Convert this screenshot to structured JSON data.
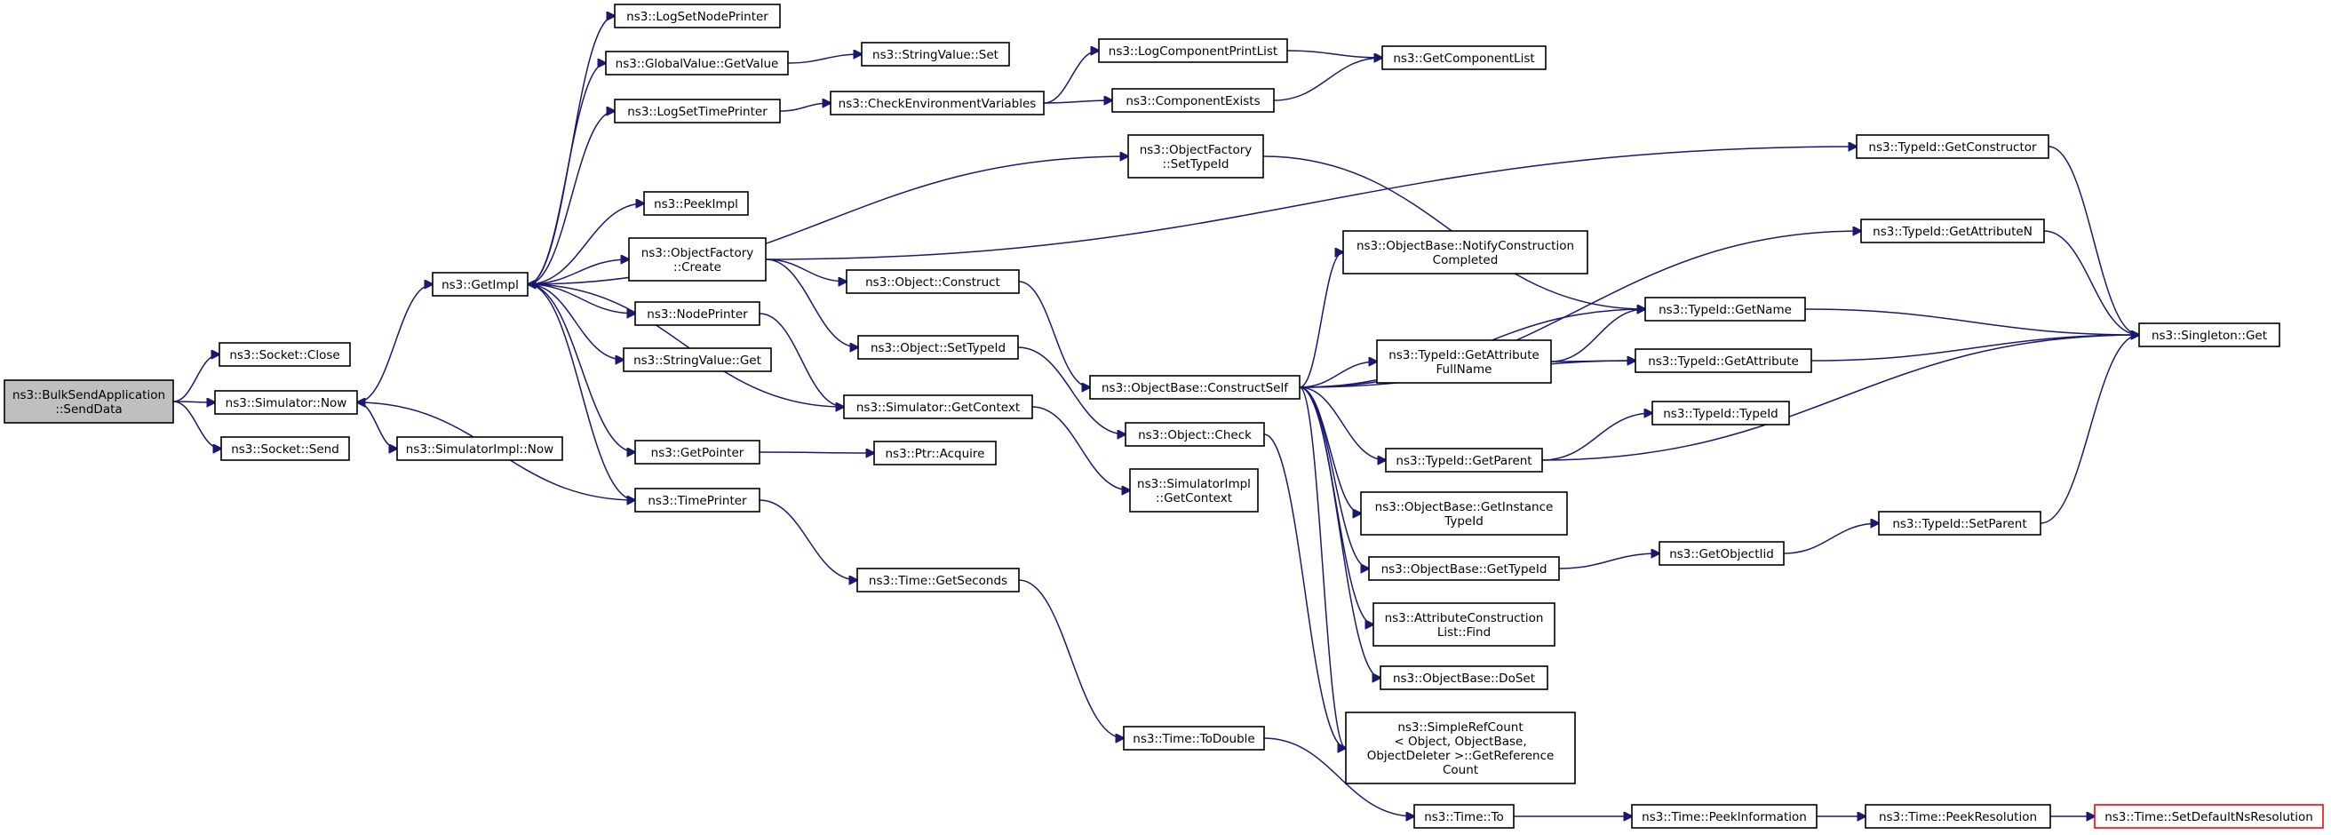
{
  "colors": {
    "edge": "#191970",
    "root_fill": "#bfbfbf",
    "truncated_border": "#ff0000"
  },
  "nodes": [
    {
      "id": "n0",
      "lines": [
        "ns3::BulkSendApplication",
        "::SendData"
      ]
    },
    {
      "id": "n1",
      "lines": [
        "ns3::Socket::Close"
      ]
    },
    {
      "id": "n2",
      "lines": [
        "ns3::Simulator::Now"
      ]
    },
    {
      "id": "n3",
      "lines": [
        "ns3::Socket::Send"
      ]
    },
    {
      "id": "n4",
      "lines": [
        "ns3::GetImpl"
      ]
    },
    {
      "id": "n5",
      "lines": [
        "ns3::SimulatorImpl::Now"
      ]
    },
    {
      "id": "n6",
      "lines": [
        "ns3::LogSetNodePrinter"
      ]
    },
    {
      "id": "n7",
      "lines": [
        "ns3::GlobalValue::GetValue"
      ]
    },
    {
      "id": "n8",
      "lines": [
        "ns3::LogSetTimePrinter"
      ]
    },
    {
      "id": "n9",
      "lines": [
        "ns3::PeekImpl"
      ]
    },
    {
      "id": "n10",
      "lines": [
        "ns3::ObjectFactory",
        "::Create"
      ]
    },
    {
      "id": "n11",
      "lines": [
        "ns3::NodePrinter"
      ]
    },
    {
      "id": "n12",
      "lines": [
        "ns3::StringValue::Get"
      ]
    },
    {
      "id": "n13",
      "lines": [
        "ns3::GetPointer"
      ]
    },
    {
      "id": "n14",
      "lines": [
        "ns3::TimePrinter"
      ]
    },
    {
      "id": "n15",
      "lines": [
        "ns3::StringValue::Set"
      ]
    },
    {
      "id": "n16",
      "lines": [
        "ns3::CheckEnvironmentVariables"
      ]
    },
    {
      "id": "n17",
      "lines": [
        "ns3::Object::Construct"
      ]
    },
    {
      "id": "n18",
      "lines": [
        "ns3::Object::SetTypeId"
      ]
    },
    {
      "id": "n19",
      "lines": [
        "ns3::Simulator::GetContext"
      ]
    },
    {
      "id": "n20",
      "lines": [
        "ns3::Ptr::Acquire"
      ]
    },
    {
      "id": "n21",
      "lines": [
        "ns3::Time::GetSeconds"
      ]
    },
    {
      "id": "n22",
      "lines": [
        "ns3::LogComponentPrintList"
      ]
    },
    {
      "id": "n23",
      "lines": [
        "ns3::ComponentExists"
      ]
    },
    {
      "id": "n24",
      "lines": [
        "ns3::ObjectFactory",
        "::SetTypeId"
      ]
    },
    {
      "id": "n25",
      "lines": [
        "ns3::ObjectBase::ConstructSelf"
      ]
    },
    {
      "id": "n26",
      "lines": [
        "ns3::Object::Check"
      ]
    },
    {
      "id": "n27",
      "lines": [
        "ns3::SimulatorImpl",
        "::GetContext"
      ]
    },
    {
      "id": "n28",
      "lines": [
        "ns3::Time::ToDouble"
      ]
    },
    {
      "id": "n29",
      "lines": [
        "ns3::GetComponentList"
      ]
    },
    {
      "id": "n30",
      "lines": [
        "ns3::ObjectBase::NotifyConstruction",
        "Completed"
      ]
    },
    {
      "id": "n31",
      "lines": [
        "ns3::TypeId::GetAttribute",
        "FullName"
      ]
    },
    {
      "id": "n32",
      "lines": [
        "ns3::TypeId::GetParent"
      ]
    },
    {
      "id": "n33",
      "lines": [
        "ns3::ObjectBase::GetInstance",
        "TypeId"
      ]
    },
    {
      "id": "n34",
      "lines": [
        "ns3::ObjectBase::GetTypeId"
      ]
    },
    {
      "id": "n35",
      "lines": [
        "ns3::AttributeConstruction",
        "List::Find"
      ]
    },
    {
      "id": "n36",
      "lines": [
        "ns3::ObjectBase::DoSet"
      ]
    },
    {
      "id": "n37",
      "lines": [
        "ns3::SimpleRefCount",
        "< Object, ObjectBase,",
        "ObjectDeleter >::GetReference",
        "Count"
      ]
    },
    {
      "id": "n38",
      "lines": [
        "ns3::Time::To"
      ]
    },
    {
      "id": "n39",
      "lines": [
        "ns3::TypeId::GetName"
      ]
    },
    {
      "id": "n40",
      "lines": [
        "ns3::TypeId::GetAttribute"
      ]
    },
    {
      "id": "n41",
      "lines": [
        "ns3::TypeId::TypeId"
      ]
    },
    {
      "id": "n42",
      "lines": [
        "ns3::GetObjectIid"
      ]
    },
    {
      "id": "n43",
      "lines": [
        "ns3::Time::PeekInformation"
      ]
    },
    {
      "id": "n44",
      "lines": [
        "ns3::TypeId::GetConstructor"
      ]
    },
    {
      "id": "n45",
      "lines": [
        "ns3::TypeId::GetAttributeN"
      ]
    },
    {
      "id": "n46",
      "lines": [
        "ns3::TypeId::SetParent"
      ]
    },
    {
      "id": "n47",
      "lines": [
        "ns3::Time::PeekResolution"
      ]
    },
    {
      "id": "n48",
      "lines": [
        "ns3::Singleton::Get"
      ]
    },
    {
      "id": "n49",
      "lines": [
        "ns3::Time::SetDefaultNsResolution"
      ]
    }
  ],
  "edges": [
    [
      "n0",
      "n1"
    ],
    [
      "n0",
      "n2"
    ],
    [
      "n0",
      "n3"
    ],
    [
      "n2",
      "n4"
    ],
    [
      "n2",
      "n5"
    ],
    [
      "n4",
      "n6"
    ],
    [
      "n4",
      "n7"
    ],
    [
      "n4",
      "n8"
    ],
    [
      "n4",
      "n24"
    ],
    [
      "n4",
      "n9"
    ],
    [
      "n4",
      "n10"
    ],
    [
      "n4",
      "n11"
    ],
    [
      "n4",
      "n12"
    ],
    [
      "n4",
      "n13"
    ],
    [
      "n4",
      "n14"
    ],
    [
      "n7",
      "n15"
    ],
    [
      "n8",
      "n16"
    ],
    [
      "n16",
      "n22"
    ],
    [
      "n16",
      "n23"
    ],
    [
      "n22",
      "n29"
    ],
    [
      "n23",
      "n29"
    ],
    [
      "n24",
      "n39"
    ],
    [
      "n10",
      "n44"
    ],
    [
      "n10",
      "n17"
    ],
    [
      "n10",
      "n18"
    ],
    [
      "n11",
      "n19"
    ],
    [
      "n19",
      "n4"
    ],
    [
      "n19",
      "n27"
    ],
    [
      "n13",
      "n20"
    ],
    [
      "n14",
      "n2"
    ],
    [
      "n14",
      "n21"
    ],
    [
      "n21",
      "n28"
    ],
    [
      "n28",
      "n38"
    ],
    [
      "n38",
      "n43"
    ],
    [
      "n43",
      "n47"
    ],
    [
      "n47",
      "n49"
    ],
    [
      "n17",
      "n25"
    ],
    [
      "n18",
      "n26"
    ],
    [
      "n25",
      "n45"
    ],
    [
      "n25",
      "n30"
    ],
    [
      "n25",
      "n39"
    ],
    [
      "n25",
      "n31"
    ],
    [
      "n25",
      "n40"
    ],
    [
      "n25",
      "n32"
    ],
    [
      "n25",
      "n33"
    ],
    [
      "n25",
      "n34"
    ],
    [
      "n25",
      "n35"
    ],
    [
      "n25",
      "n36"
    ],
    [
      "n25",
      "n37"
    ],
    [
      "n26",
      "n37"
    ],
    [
      "n31",
      "n39"
    ],
    [
      "n31",
      "n40"
    ],
    [
      "n32",
      "n41"
    ],
    [
      "n32",
      "n48"
    ],
    [
      "n34",
      "n42"
    ],
    [
      "n42",
      "n46"
    ],
    [
      "n46",
      "n48"
    ],
    [
      "n39",
      "n48"
    ],
    [
      "n40",
      "n48"
    ],
    [
      "n44",
      "n48"
    ],
    [
      "n45",
      "n48"
    ]
  ]
}
